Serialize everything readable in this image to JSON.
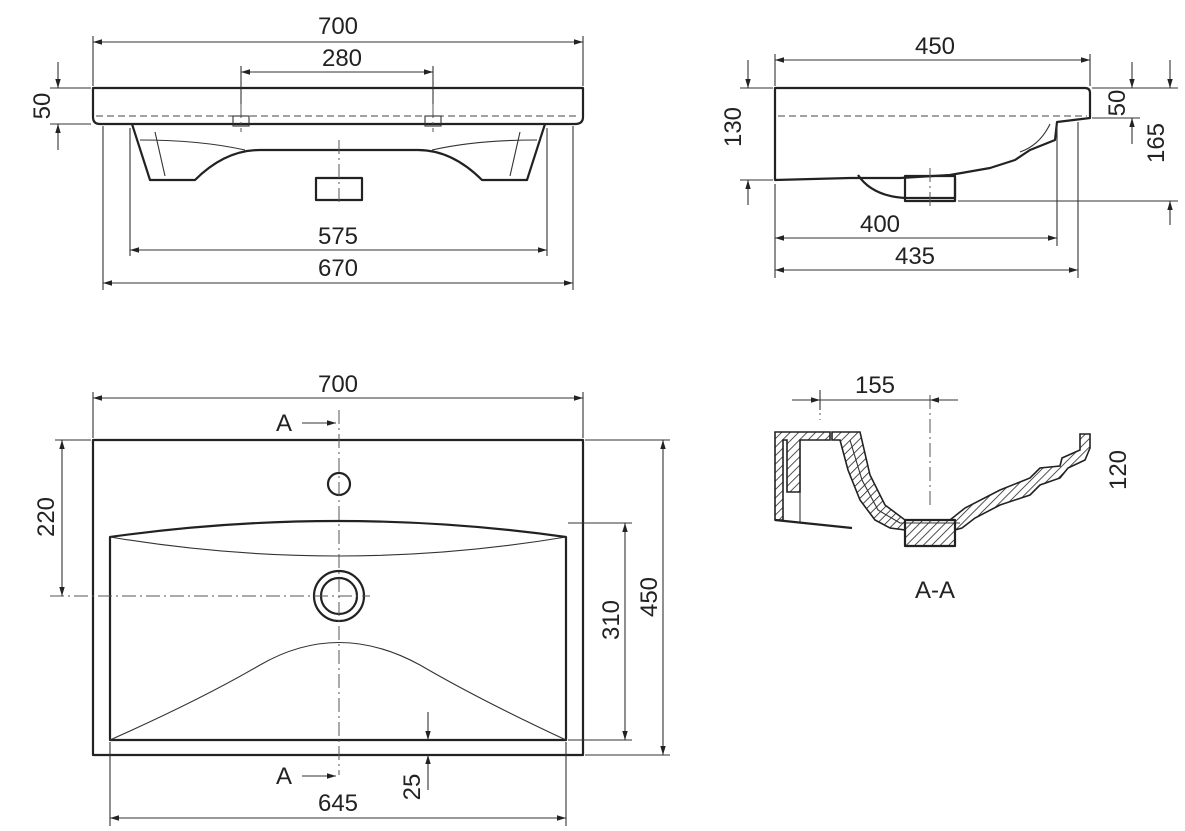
{
  "front_view": {
    "width_overall": "700",
    "tap_spacing": "280",
    "rim_height": "50",
    "bowl_width": "575",
    "mount_width": "670"
  },
  "side_view": {
    "depth_overall": "450",
    "rim_height": "50",
    "height_130": "130",
    "height_165": "165",
    "depth_400": "400",
    "depth_435": "435"
  },
  "top_view": {
    "width_overall": "700",
    "depth_overall": "450",
    "tap_offset": "220",
    "bowl_depth": "310",
    "front_margin": "25",
    "bowl_width": "645",
    "section_mark_top": "A",
    "section_mark_bottom": "A"
  },
  "section_view": {
    "drain_offset": "155",
    "bowl_height": "120",
    "caption": "A-A"
  }
}
